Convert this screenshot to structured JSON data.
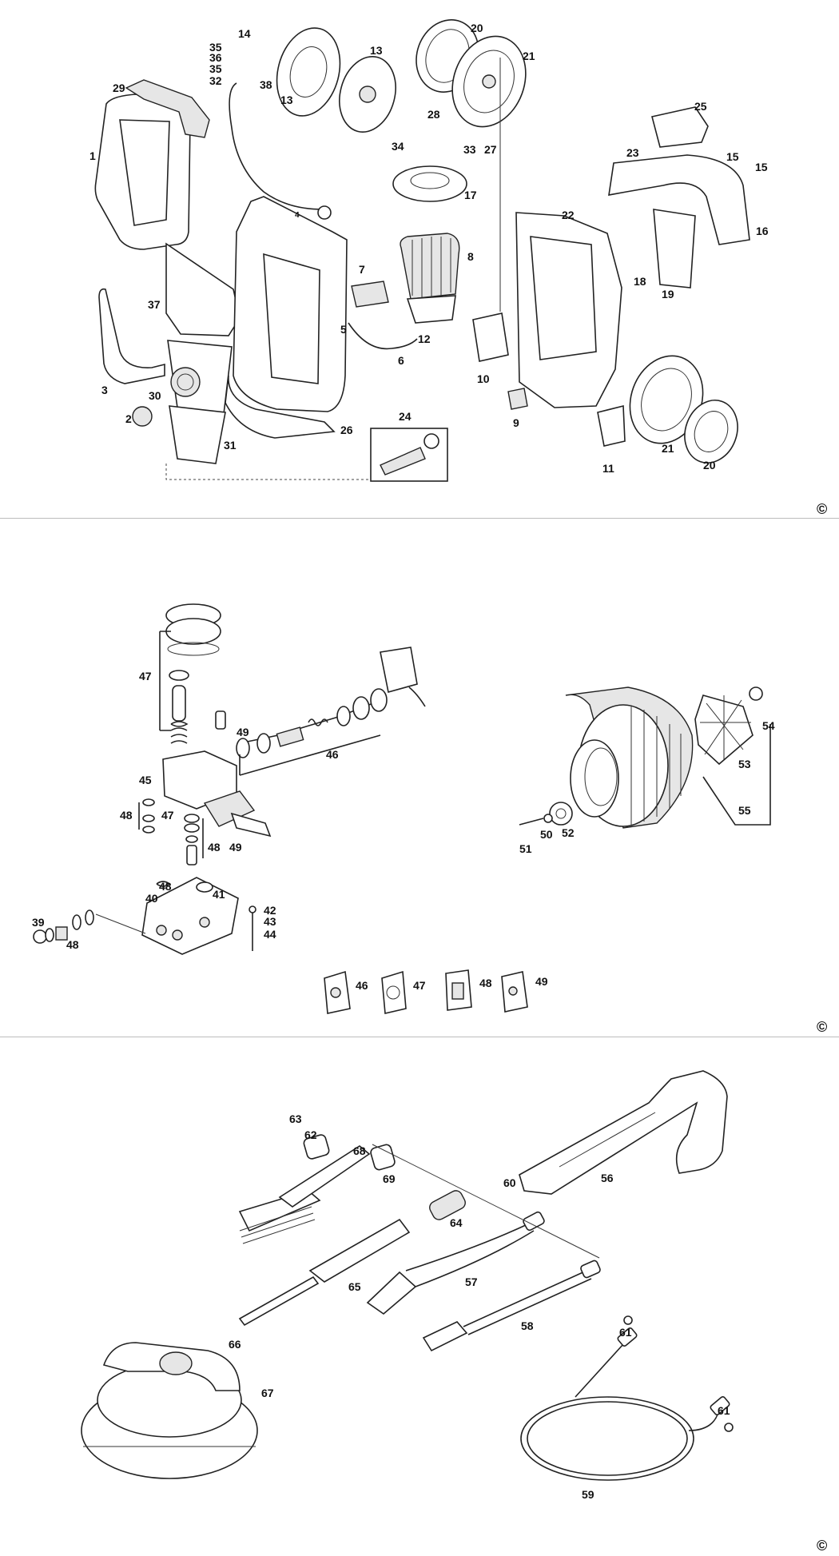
{
  "diagram": {
    "panels": [
      {
        "id": "main-unit",
        "callouts": [
          {
            "id": "c1",
            "label": "1"
          },
          {
            "id": "c2",
            "label": "2"
          },
          {
            "id": "c3",
            "label": "3"
          },
          {
            "id": "c4",
            "label": "4"
          },
          {
            "id": "c5",
            "label": "5"
          },
          {
            "id": "c6",
            "label": "6"
          },
          {
            "id": "c7",
            "label": "7"
          },
          {
            "id": "c8",
            "label": "8"
          },
          {
            "id": "c9",
            "label": "9"
          },
          {
            "id": "c10",
            "label": "10"
          },
          {
            "id": "c11",
            "label": "11"
          },
          {
            "id": "c12",
            "label": "12"
          },
          {
            "id": "c13a",
            "label": "13"
          },
          {
            "id": "c13b",
            "label": "13"
          },
          {
            "id": "c14",
            "label": "14"
          },
          {
            "id": "c15a",
            "label": "15"
          },
          {
            "id": "c15b",
            "label": "15"
          },
          {
            "id": "c16",
            "label": "16"
          },
          {
            "id": "c17",
            "label": "17"
          },
          {
            "id": "c18",
            "label": "18"
          },
          {
            "id": "c19",
            "label": "19"
          },
          {
            "id": "c20a",
            "label": "20"
          },
          {
            "id": "c20b",
            "label": "20"
          },
          {
            "id": "c21a",
            "label": "21"
          },
          {
            "id": "c21b",
            "label": "21"
          },
          {
            "id": "c22",
            "label": "22"
          },
          {
            "id": "c23",
            "label": "23"
          },
          {
            "id": "c24",
            "label": "24"
          },
          {
            "id": "c25",
            "label": "25"
          },
          {
            "id": "c26",
            "label": "26"
          },
          {
            "id": "c27",
            "label": "27"
          },
          {
            "id": "c28",
            "label": "28"
          },
          {
            "id": "c29",
            "label": "29"
          },
          {
            "id": "c30",
            "label": "30"
          },
          {
            "id": "c31",
            "label": "31"
          },
          {
            "id": "c32",
            "label": "32"
          },
          {
            "id": "c33",
            "label": "33"
          },
          {
            "id": "c34",
            "label": "34"
          },
          {
            "id": "c35a",
            "label": "35"
          },
          {
            "id": "c35b",
            "label": "35"
          },
          {
            "id": "c36",
            "label": "36"
          },
          {
            "id": "c37",
            "label": "37"
          },
          {
            "id": "c38",
            "label": "38"
          }
        ],
        "copyright": "©"
      },
      {
        "id": "pump-motor",
        "callouts": [
          {
            "id": "c39",
            "label": "39"
          },
          {
            "id": "c40",
            "label": "40"
          },
          {
            "id": "c41",
            "label": "41"
          },
          {
            "id": "c42",
            "label": "42"
          },
          {
            "id": "c43",
            "label": "43"
          },
          {
            "id": "c44",
            "label": "44"
          },
          {
            "id": "c45",
            "label": "45"
          },
          {
            "id": "c46a",
            "label": "46"
          },
          {
            "id": "c46b",
            "label": "46"
          },
          {
            "id": "c47a",
            "label": "47"
          },
          {
            "id": "c47b",
            "label": "47"
          },
          {
            "id": "c47c",
            "label": "47"
          },
          {
            "id": "c48a",
            "label": "48"
          },
          {
            "id": "c48b",
            "label": "48"
          },
          {
            "id": "c48c",
            "label": "48"
          },
          {
            "id": "c48d",
            "label": "48"
          },
          {
            "id": "c48e",
            "label": "48"
          },
          {
            "id": "c49a",
            "label": "49"
          },
          {
            "id": "c49b",
            "label": "49"
          },
          {
            "id": "c49c",
            "label": "49"
          },
          {
            "id": "c50",
            "label": "50"
          },
          {
            "id": "c51",
            "label": "51"
          },
          {
            "id": "c52",
            "label": "52"
          },
          {
            "id": "c53",
            "label": "53"
          },
          {
            "id": "c54",
            "label": "54"
          },
          {
            "id": "c55",
            "label": "55"
          }
        ],
        "copyright": "©"
      },
      {
        "id": "accessories",
        "callouts": [
          {
            "id": "c56",
            "label": "56"
          },
          {
            "id": "c57",
            "label": "57"
          },
          {
            "id": "c58",
            "label": "58"
          },
          {
            "id": "c59",
            "label": "59"
          },
          {
            "id": "c60",
            "label": "60"
          },
          {
            "id": "c61a",
            "label": "61"
          },
          {
            "id": "c61b",
            "label": "61"
          },
          {
            "id": "c62",
            "label": "62"
          },
          {
            "id": "c63",
            "label": "63"
          },
          {
            "id": "c64",
            "label": "64"
          },
          {
            "id": "c65",
            "label": "65"
          },
          {
            "id": "c66",
            "label": "66"
          },
          {
            "id": "c67",
            "label": "67"
          },
          {
            "id": "c68",
            "label": "68"
          },
          {
            "id": "c69",
            "label": "69"
          }
        ],
        "copyright": "©"
      }
    ]
  }
}
